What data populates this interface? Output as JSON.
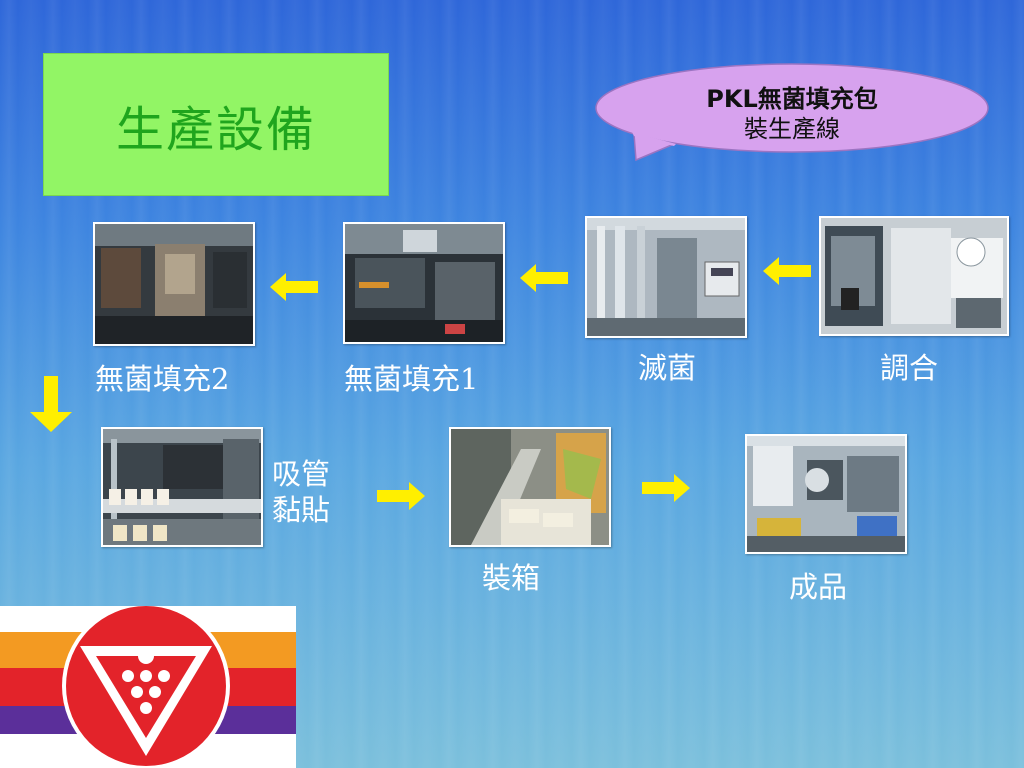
{
  "title": "生產設備",
  "bubble": {
    "line1": "PKL無菌填充包",
    "line2": "裝生產線"
  },
  "steps": {
    "blend": "調合",
    "sterilize": "滅菌",
    "fill1": "無菌填充1",
    "fill2": "無菌填充2",
    "straw_l1": "吸管",
    "straw_l2": "黏貼",
    "boxing": "裝箱",
    "product": "成品"
  },
  "colors": {
    "title_bg": "#92f565",
    "title_text": "#1fa51d",
    "bubble": "#d7a2ee",
    "arrow": "#ffef00",
    "logo_red": "#e3232a",
    "logo_orange": "#f39a22",
    "logo_purple": "#5b2f9a"
  }
}
